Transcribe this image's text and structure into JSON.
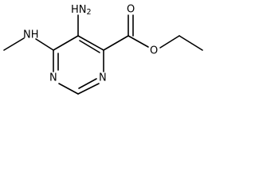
{
  "molecule": {
    "atoms": {
      "nh_methylamino": "NH",
      "nh2_h": "H",
      "nh2_n": "N",
      "nh2_sub": "2",
      "ring_n_bottom": "N",
      "ring_n_right": "N",
      "ester_o_carbonyl": "O",
      "ester_o_ether": "O"
    }
  }
}
